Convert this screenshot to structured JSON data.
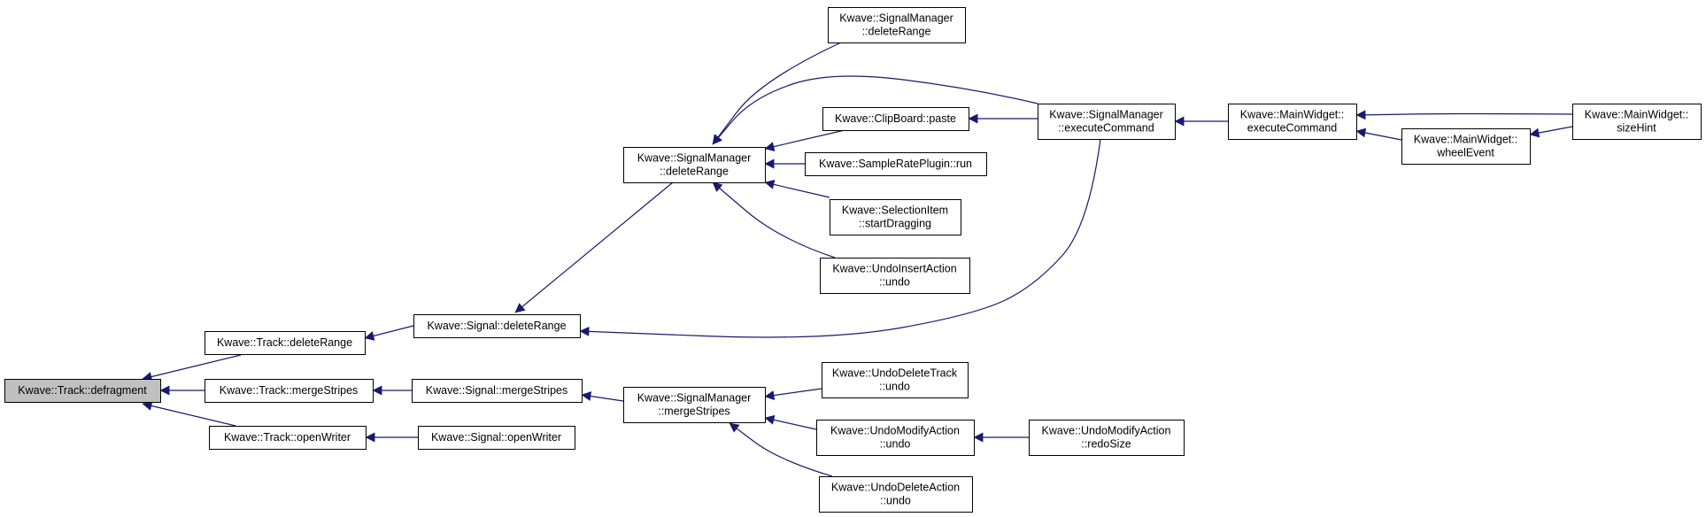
{
  "diagram": {
    "edge_color": "#191970",
    "node_fill": "#ffffff",
    "selected_fill": "#c0c0c0",
    "nodes": [
      {
        "id": "n0",
        "lines": [
          "Kwave::Track::defragment"
        ],
        "selected": true
      },
      {
        "id": "n1",
        "lines": [
          "Kwave::Track::deleteRange"
        ]
      },
      {
        "id": "n2",
        "lines": [
          "Kwave::Track::mergeStripes"
        ]
      },
      {
        "id": "n3",
        "lines": [
          "Kwave::Track::openWriter"
        ]
      },
      {
        "id": "n4",
        "lines": [
          "Kwave::Signal::deleteRange"
        ]
      },
      {
        "id": "n5",
        "lines": [
          "Kwave::Signal::mergeStripes"
        ]
      },
      {
        "id": "n6",
        "lines": [
          "Kwave::Signal::openWriter"
        ]
      },
      {
        "id": "n7",
        "lines": [
          "Kwave::SignalManager",
          "::deleteRange"
        ]
      },
      {
        "id": "n8",
        "lines": [
          "Kwave::SignalManager",
          "::mergeStripes"
        ]
      },
      {
        "id": "n9",
        "lines": [
          "Kwave::SignalManager",
          "::deleteRange"
        ]
      },
      {
        "id": "n10",
        "lines": [
          "Kwave::ClipBoard::paste"
        ]
      },
      {
        "id": "n11",
        "lines": [
          "Kwave::SampleRatePlugin::run"
        ]
      },
      {
        "id": "n12",
        "lines": [
          "Kwave::SelectionItem",
          "::startDragging"
        ]
      },
      {
        "id": "n13",
        "lines": [
          "Kwave::UndoInsertAction",
          "::undo"
        ]
      },
      {
        "id": "n14",
        "lines": [
          "Kwave::UndoDeleteTrack",
          "::undo"
        ]
      },
      {
        "id": "n15",
        "lines": [
          "Kwave::UndoModifyAction",
          "::undo"
        ]
      },
      {
        "id": "n16",
        "lines": [
          "Kwave::UndoDeleteAction",
          "::undo"
        ]
      },
      {
        "id": "n17",
        "lines": [
          "Kwave::SignalManager",
          "::executeCommand"
        ]
      },
      {
        "id": "n18",
        "lines": [
          "Kwave::UndoModifyAction",
          "::redoSize"
        ]
      },
      {
        "id": "n19",
        "lines": [
          "Kwave::MainWidget::",
          "executeCommand"
        ]
      },
      {
        "id": "n20",
        "lines": [
          "Kwave::MainWidget::",
          "wheelEvent"
        ]
      },
      {
        "id": "n21",
        "lines": [
          "Kwave::MainWidget::",
          "sizeHint"
        ]
      }
    ],
    "edges": [
      {
        "from": "n1",
        "to": "n0"
      },
      {
        "from": "n2",
        "to": "n0"
      },
      {
        "from": "n3",
        "to": "n0"
      },
      {
        "from": "n4",
        "to": "n1"
      },
      {
        "from": "n5",
        "to": "n2"
      },
      {
        "from": "n6",
        "to": "n3"
      },
      {
        "from": "n7",
        "to": "n4"
      },
      {
        "from": "n17",
        "to": "n4"
      },
      {
        "from": "n8",
        "to": "n5"
      },
      {
        "from": "n9",
        "to": "n7"
      },
      {
        "from": "n17",
        "to": "n7"
      },
      {
        "from": "n10",
        "to": "n7"
      },
      {
        "from": "n11",
        "to": "n7"
      },
      {
        "from": "n12",
        "to": "n7"
      },
      {
        "from": "n13",
        "to": "n7"
      },
      {
        "from": "n14",
        "to": "n8"
      },
      {
        "from": "n15",
        "to": "n8"
      },
      {
        "from": "n16",
        "to": "n8"
      },
      {
        "from": "n17",
        "to": "n10"
      },
      {
        "from": "n18",
        "to": "n15"
      },
      {
        "from": "n19",
        "to": "n17"
      },
      {
        "from": "n21",
        "to": "n19"
      },
      {
        "from": "n20",
        "to": "n19"
      },
      {
        "from": "n21",
        "to": "n20"
      }
    ]
  }
}
